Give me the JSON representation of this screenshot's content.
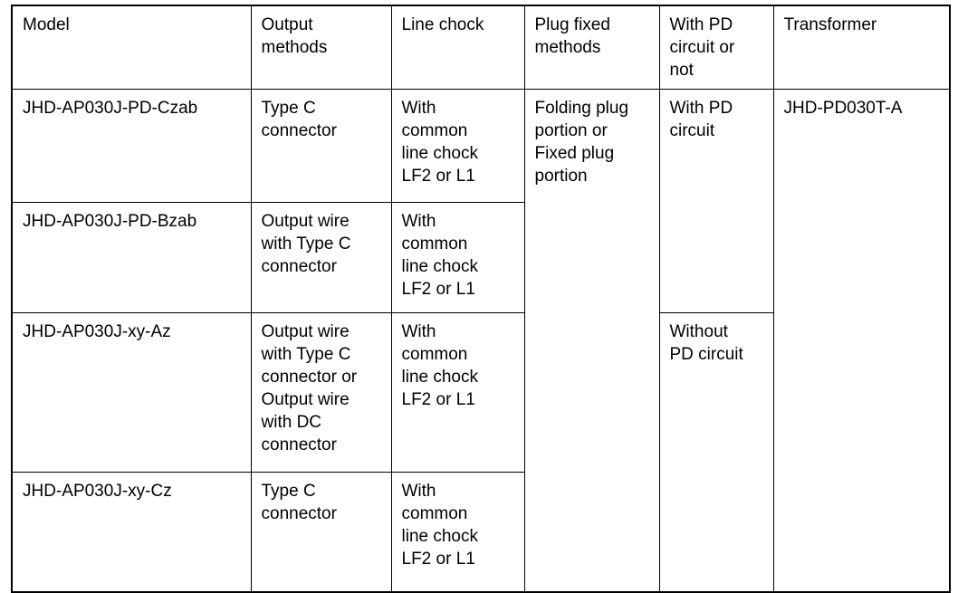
{
  "table": {
    "columns": [
      {
        "key": "model",
        "label": "Model"
      },
      {
        "key": "output",
        "label": "Output\nmethods"
      },
      {
        "key": "chock",
        "label": "Line chock"
      },
      {
        "key": "plug",
        "label": "Plug fixed\nmethods"
      },
      {
        "key": "pd",
        "label": "With PD\ncircuit or\nnot"
      },
      {
        "key": "transformer",
        "label": "Transformer"
      }
    ],
    "rows": [
      {
        "model": "JHD-AP030J-PD-Czab",
        "output": "Type C\nconnector",
        "chock": "With\ncommon\nline chock\nLF2 or L1",
        "plug": "Folding plug\nportion or\nFixed plug\nportion",
        "pd": "With PD\ncircuit",
        "transformer": "JHD-PD030T-A"
      },
      {
        "model": "JHD-AP030J-PD-Bzab",
        "output": "Output wire\nwith Type C\nconnector",
        "chock": "With\ncommon\nline chock\nLF2 or L1"
      },
      {
        "model": "JHD-AP030J-xy-Az",
        "output": "Output wire\nwith Type C\nconnector or\nOutput wire\nwith DC\nconnector",
        "chock": "With\ncommon\nline chock\nLF2 or L1",
        "pd": "Without\nPD circuit"
      },
      {
        "model": "JHD-AP030J-xy-Cz",
        "output": "Type C\nconnector",
        "chock": "With\ncommon\nline chock\nLF2 or L1"
      }
    ]
  },
  "colors": {
    "border": "#000000",
    "text": "#000000",
    "background": "#ffffff"
  }
}
